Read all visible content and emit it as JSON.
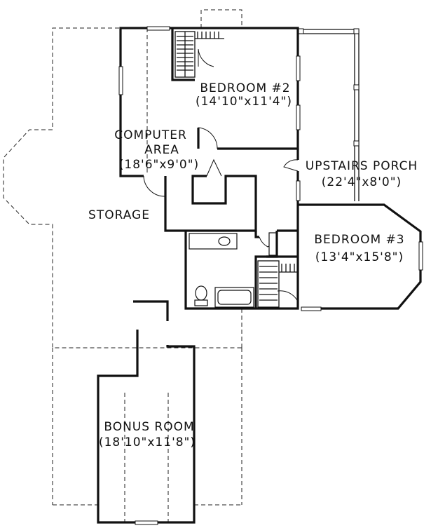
{
  "plan": {
    "rooms": [
      {
        "id": "bedroom-2",
        "name": "BEDROOM #2",
        "dims": "(14'10\"x11'4\")"
      },
      {
        "id": "computer-area",
        "name": "COMPUTER",
        "name2": "AREA",
        "dims": "(18'6\"x9'0\")"
      },
      {
        "id": "upstairs-porch",
        "name": "UPSTAIRS PORCH",
        "dims": "(22'4\"x8'0\")"
      },
      {
        "id": "storage",
        "name": "STORAGE"
      },
      {
        "id": "bedroom-3",
        "name": "BEDROOM #3",
        "dims": "(13'4\"x15'8\")"
      },
      {
        "id": "bonus-room",
        "name": "BONUS ROOM",
        "dims": "(18'10\"x11'8\")"
      }
    ]
  }
}
